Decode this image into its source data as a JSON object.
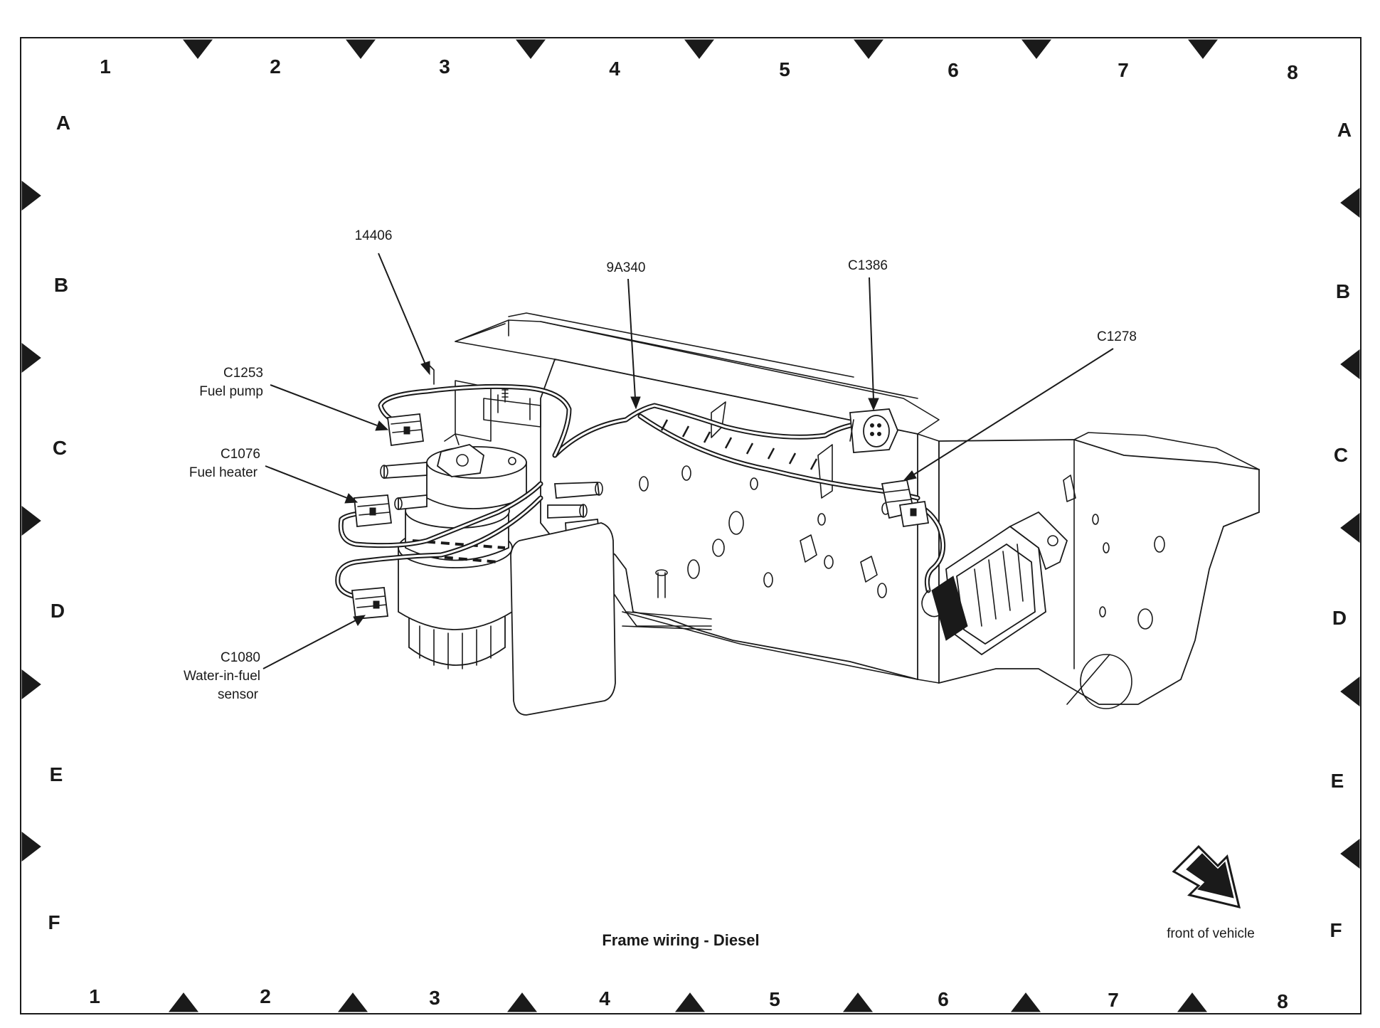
{
  "diagram": {
    "caption": "Frame wiring - Diesel",
    "grid_columns_top": [
      "1",
      "2",
      "3",
      "4",
      "5",
      "6",
      "7",
      "8"
    ],
    "grid_columns_bottom": [
      "1",
      "2",
      "3",
      "4",
      "5",
      "6",
      "7",
      "8"
    ],
    "grid_rows_left": [
      "A",
      "B",
      "C",
      "D",
      "E",
      "F"
    ],
    "grid_rows_right": [
      "A",
      "B",
      "C",
      "D",
      "E",
      "F"
    ],
    "callouts": {
      "harness_14406": "14406",
      "harness_9A340": "9A340",
      "c1386": "C1386",
      "c1278": "C1278",
      "c1253_id": "C1253",
      "c1253_desc": "Fuel pump",
      "c1076_id": "C1076",
      "c1076_desc": "Fuel heater",
      "c1080_id": "C1080",
      "c1080_desc_1": "Water-in-fuel",
      "c1080_desc_2": "sensor"
    },
    "orientation_note": "front of vehicle"
  }
}
